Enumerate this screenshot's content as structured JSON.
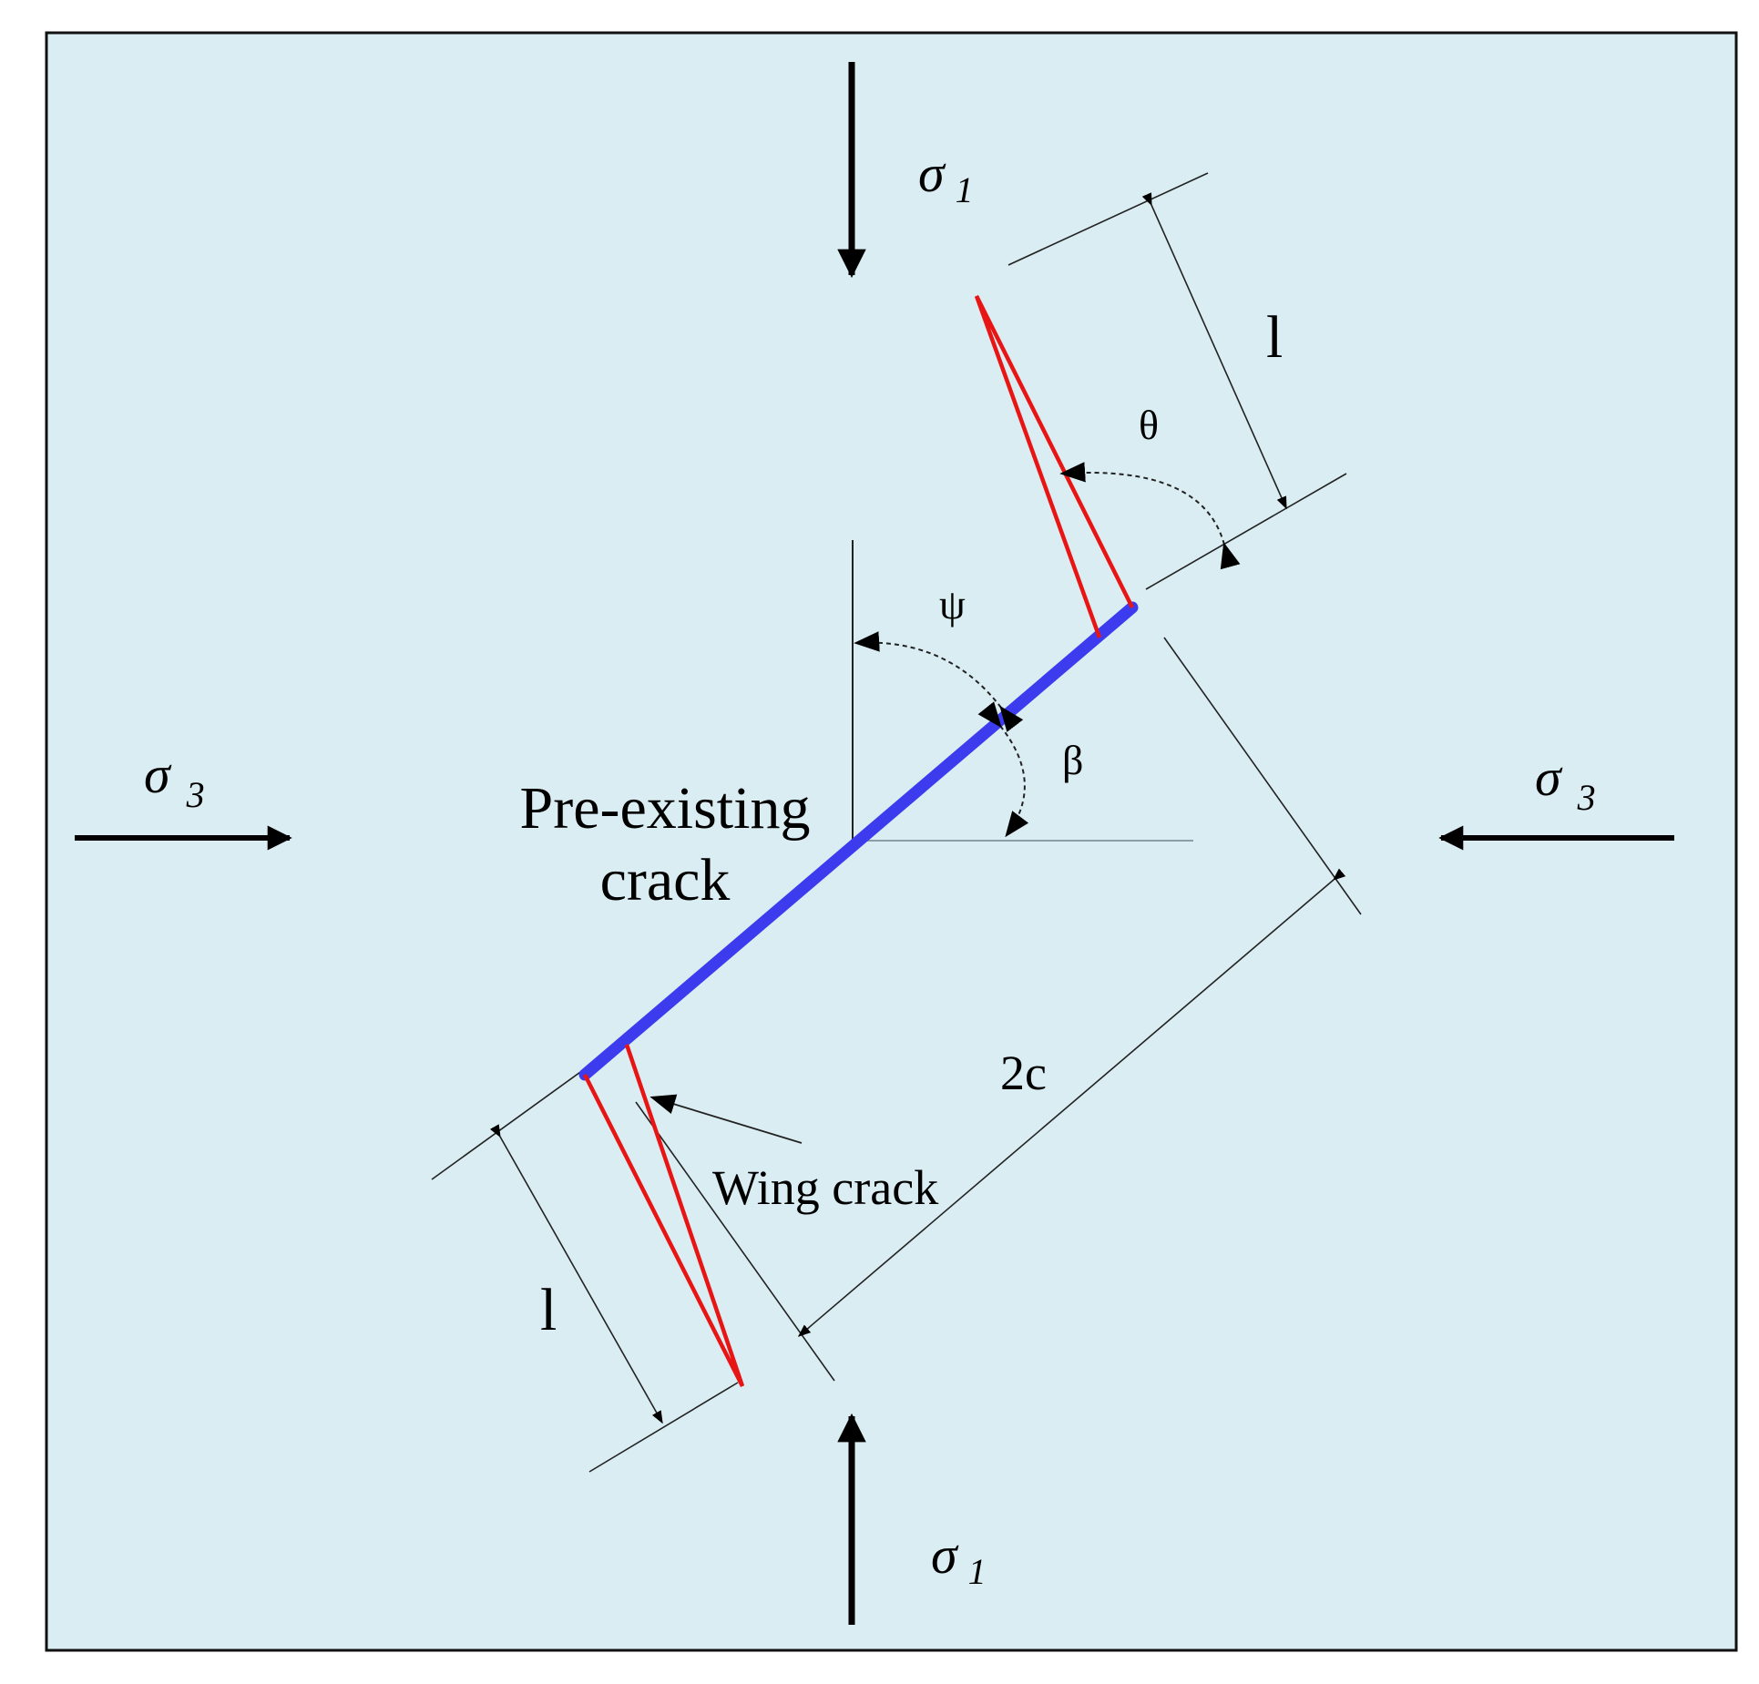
{
  "colors": {
    "background": "#daedf3",
    "frame": "#111111",
    "pre_existing_crack": "#3c3cee",
    "wing_crack": "#e81515",
    "guide_lines": "#222222",
    "horizontal_reference": "#8aa0a8"
  },
  "labels": {
    "sigma_symbol": "σ",
    "sigma1_subscript": "1",
    "sigma3_subscript": "3",
    "pre_existing_line1": "Pre-existing",
    "pre_existing_line2": "crack",
    "wing_crack": "Wing crack",
    "length_top": "l",
    "length_bottom": "l",
    "half_length": "2c",
    "theta": "θ",
    "psi": "ψ",
    "beta": "β"
  }
}
